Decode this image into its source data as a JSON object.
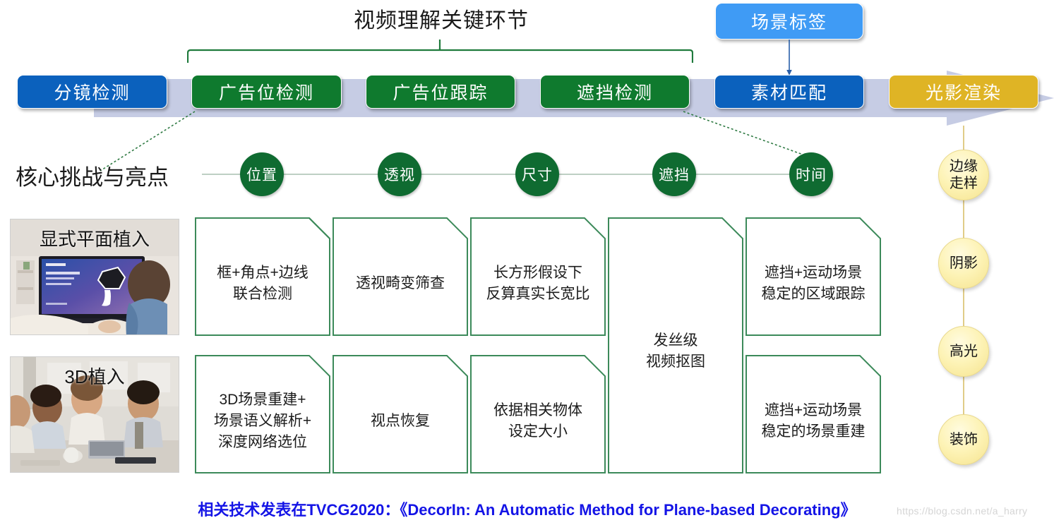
{
  "top": {
    "title": "视频理解关键环节",
    "scene_tag": "场景标签"
  },
  "pipeline": {
    "steps": [
      {
        "label": "分镜检测",
        "color": "#0b61bd",
        "kind": "blue"
      },
      {
        "label": "广告位检测",
        "color": "#0f7a2e",
        "kind": "green"
      },
      {
        "label": "广告位跟踪",
        "color": "#0f7a2e",
        "kind": "green"
      },
      {
        "label": "遮挡检测",
        "color": "#0f7a2e",
        "kind": "green"
      },
      {
        "label": "素材匹配",
        "color": "#0b61bd",
        "kind": "blue"
      },
      {
        "label": "光影渲染",
        "color": "#dfb425",
        "kind": "gold"
      }
    ],
    "band_color": "#c6cce4"
  },
  "challenges": {
    "label": "核心挑战与亮点",
    "items": [
      {
        "label": "位置"
      },
      {
        "label": "透视"
      },
      {
        "label": "尺寸"
      },
      {
        "label": "遮挡"
      },
      {
        "label": "时间"
      }
    ],
    "accent": "#0f6b31"
  },
  "rows": [
    {
      "thumb_caption": "显式平面植入",
      "cards": [
        "框+角点+边线\n联合检测",
        "透视畸变筛查",
        "长方形假设下\n反算真实长宽比",
        "遮挡+运动场景\n稳定的区域跟踪"
      ]
    },
    {
      "thumb_caption": "3D植入",
      "cards": [
        "3D场景重建+\n场景语义解析+\n深度网络选位",
        "视点恢复",
        "依据相关物体\n设定大小",
        "遮挡+运动场景\n稳定的场景重建"
      ]
    }
  ],
  "span_card": "发丝级\n视频抠图",
  "render_chain": {
    "items": [
      "边缘\n走样",
      "阴影",
      "高光",
      "装饰"
    ],
    "fill": "#fdf3b6"
  },
  "footer": {
    "text": "相关技术发表在TVCG2020：《DecorIn: An Automatic Method for Plane-based Decorating》",
    "color": "#1414e6"
  },
  "watermark": "https://blog.csdn.net/a_harry"
}
